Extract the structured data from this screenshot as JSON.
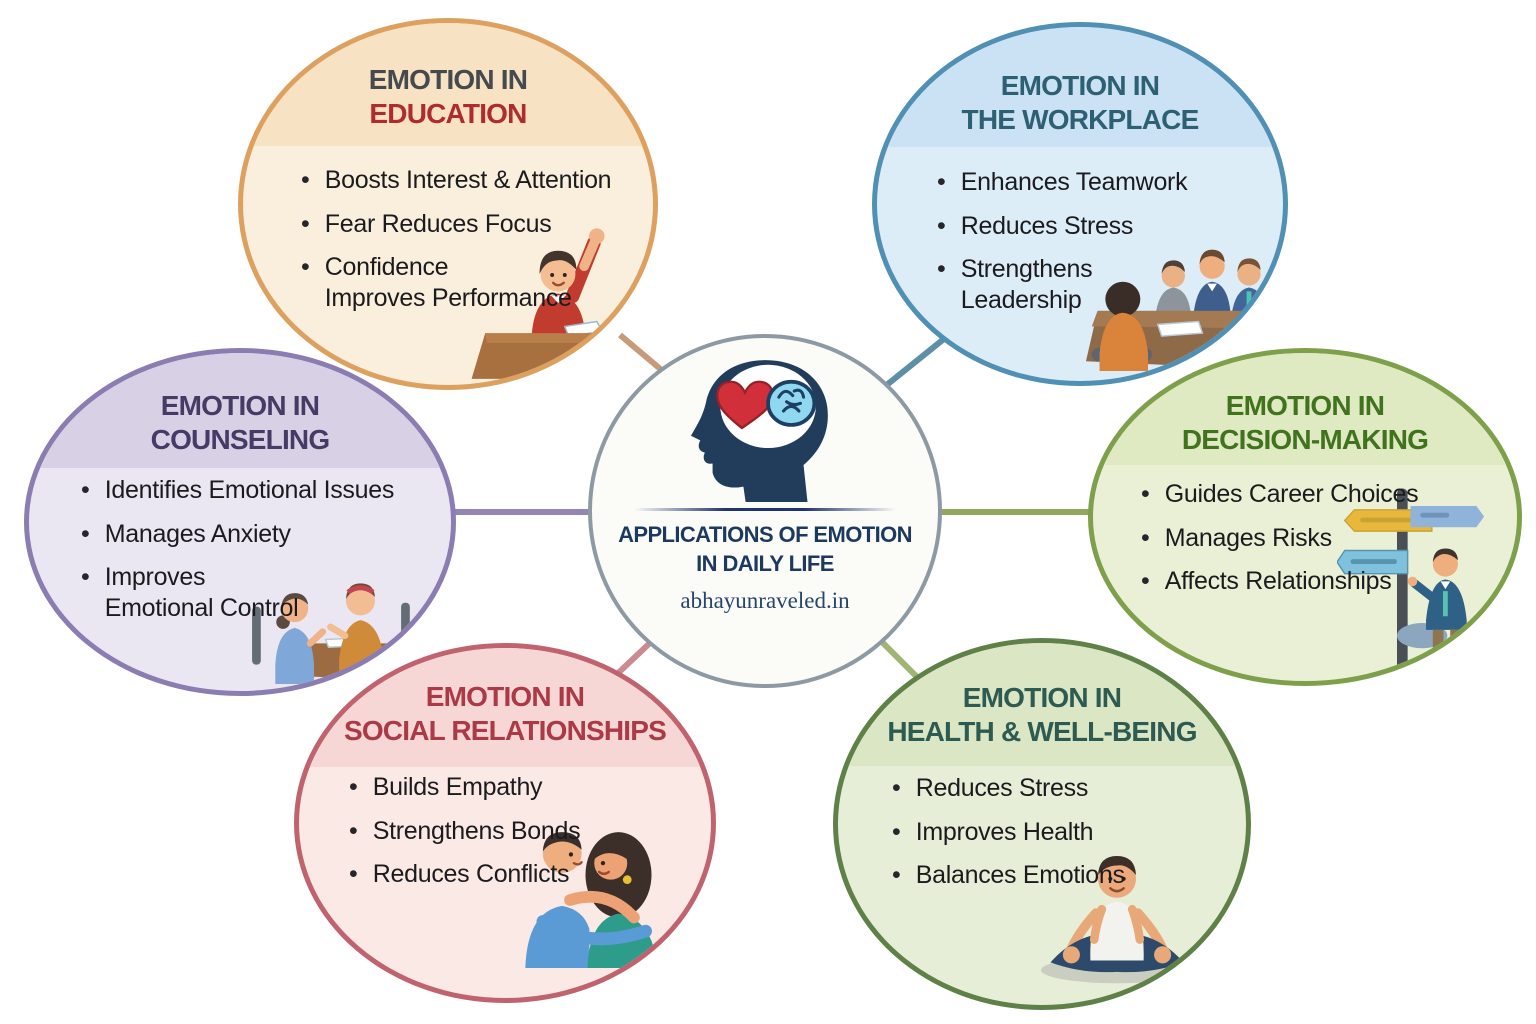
{
  "diagram_title": "Applications of Emotion in Daily Life",
  "center": {
    "icon": "head-heart-brain",
    "title_line1": "APPLICATIONS OF EMOTION",
    "title_line2": "IN DAILY LIFE",
    "website": "abhayunraveled.in",
    "colors": {
      "border": "#8d99a3",
      "bg": "#fbfbf8",
      "title": "#1d3a5e",
      "website": "#27456b",
      "divider": "#20346e",
      "head": "#223c5c",
      "heart": "#d12f3a",
      "brain": "#8fd8f0"
    }
  },
  "bubbles": [
    {
      "id": "education",
      "title_line1": "EMOTION IN",
      "title_line2": "EDUCATION",
      "bullets": [
        "Boosts Interest & Attention",
        "Fear Reduces Focus",
        "Confidence\nImproves Performance"
      ],
      "illustration": "student-raising-hand",
      "colors": {
        "border": "#dda05e",
        "header_bg": "#f7e3c3",
        "body_bg": "#faefdd",
        "title1": "#46494d",
        "title2": "#b02a33",
        "connector": "#c79b79"
      }
    },
    {
      "id": "workplace",
      "title_line1": "EMOTION IN",
      "title_line2": "THE WORKPLACE",
      "bullets": [
        "Enhances Teamwork",
        "Reduces Stress",
        "Strengthens\nLeadership"
      ],
      "illustration": "team-meeting",
      "colors": {
        "border": "#4f90b4",
        "header_bg": "#cae2f3",
        "body_bg": "#ddedf8",
        "title1": "#2d6072",
        "title2": "#2d6072",
        "connector": "#5d90a7"
      }
    },
    {
      "id": "counseling",
      "title_line1": "EMOTION IN",
      "title_line2": "COUNSELING",
      "bullets": [
        "Identifies Emotional Issues",
        "Manages Anxiety",
        "Improves\nEmotional Control"
      ],
      "illustration": "counseling-session",
      "colors": {
        "border": "#8b7db1",
        "header_bg": "#d8d1e6",
        "body_bg": "#eae6f2",
        "title1": "#453c66",
        "title2": "#453c66",
        "connector": "#9486b4"
      }
    },
    {
      "id": "decision-making",
      "title_line1": "EMOTION IN",
      "title_line2": "DECISION-MAKING",
      "bullets": [
        "Guides Career Choices",
        "Manages Risks",
        "Affects Relationships"
      ],
      "illustration": "signpost-choice",
      "colors": {
        "border": "#7fa04a",
        "header_bg": "#dfe9c2",
        "body_bg": "#eaf0d6",
        "title1": "#41731f",
        "title2": "#41731f",
        "connector": "#93a75f"
      }
    },
    {
      "id": "social-relationships",
      "title_line1": "EMOTION IN",
      "title_line2": "SOCIAL RELATIONSHIPS",
      "bullets": [
        "Builds Empathy",
        "Strengthens Bonds",
        "Reduces Conflicts"
      ],
      "illustration": "hugging-couple",
      "colors": {
        "border": "#c0636f",
        "header_bg": "#f6d7d5",
        "body_bg": "#fbe9e6",
        "title1": "#ab3a46",
        "title2": "#ab3a46",
        "connector": "#cc8a90"
      }
    },
    {
      "id": "health-well-being",
      "title_line1": "EMOTION IN",
      "title_line2": "HEALTH & WELL-BEING",
      "bullets": [
        "Reduces Stress",
        "Improves Health",
        "Balances Emotions"
      ],
      "illustration": "meditating-person",
      "colors": {
        "border": "#5f8148",
        "header_bg": "#dae6c4",
        "body_bg": "#e7eed8",
        "title1": "#2d5b52",
        "title2": "#2d5b52",
        "connector": "#a0b474"
      }
    }
  ]
}
